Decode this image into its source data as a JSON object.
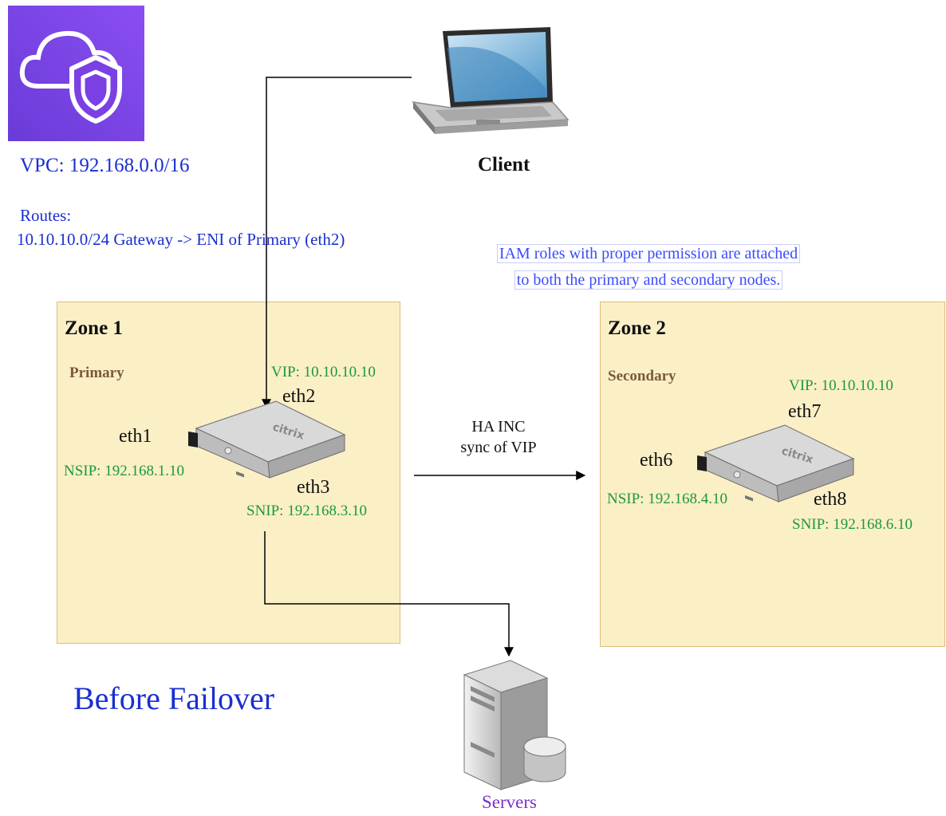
{
  "vpc": {
    "label": "VPC: 192.168.0.0/16",
    "routes_title": "Routes:",
    "routes_line": "10.10.10.0/24 Gateway -> ENI of Primary (eth2)"
  },
  "client": {
    "label": "Client"
  },
  "iam_note": {
    "line1": "IAM roles with proper permission are attached",
    "line2": "to both the primary and secondary nodes."
  },
  "zone1": {
    "title": "Zone 1",
    "role": "Primary",
    "vip": "VIP: 10.10.10.10",
    "eth_top": "eth2",
    "eth_left": "eth1",
    "nsip": "NSIP: 192.168.1.10",
    "eth_bottom": "eth3",
    "snip": "SNIP: 192.168.3.10",
    "device_brand": "citrix"
  },
  "zone2": {
    "title": "Zone 2",
    "role": "Secondary",
    "vip": "VIP: 10.10.10.10",
    "eth_top": "eth7",
    "eth_left": "eth6",
    "nsip": "NSIP: 192.168.4.10",
    "eth_bottom": "eth8",
    "snip": "SNIP: 192.168.6.10",
    "device_brand": "citrix"
  },
  "ha_link": {
    "line1": "HA INC",
    "line2": "sync of VIP"
  },
  "servers": {
    "label": "Servers"
  },
  "caption": "Before Failover",
  "colors": {
    "zone_fill": "#fbefc6",
    "green_text": "#1a9a3a",
    "blue_text": "#1a2fd0",
    "vpc_icon": "#7b3fe4",
    "servers_label": "#7a2fd0"
  }
}
